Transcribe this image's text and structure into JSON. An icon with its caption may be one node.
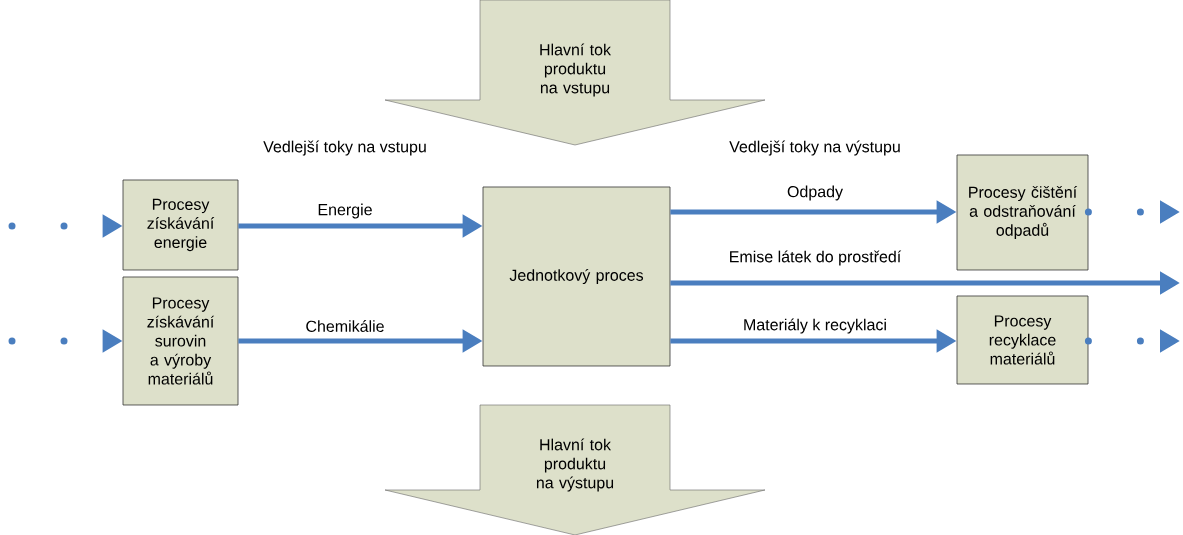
{
  "diagram": {
    "nodes": [
      {
        "text": [
          "Hlavní tok produktu na vstupu"
        ]
      },
      {
        "text": [
          "Procesy získávání energie"
        ]
      },
      {
        "text": [
          "Procesy získávání surovin a výroby materiálů"
        ]
      },
      {
        "text": [
          "Jednotkový proces"
        ]
      },
      {
        "text": [
          "Procesy čištění a odstraňování odpadů"
        ]
      },
      {
        "text": [
          "Procesy recyklace materiálů"
        ]
      },
      {
        "text": [
          "Hlavní tok produktu na výstupu"
        ]
      }
    ],
    "edges": [
      {
        "from": null,
        "to": 1,
        "arrow": "to",
        "style": "dashed"
      },
      {
        "from": null,
        "to": 2,
        "arrow": "to",
        "style": "dashed"
      },
      {
        "from": 1,
        "to": 3,
        "arrow": "to",
        "label": "Energie"
      },
      {
        "from": 2,
        "to": 3,
        "arrow": "to",
        "label": "Chemikálie"
      },
      {
        "from": 3,
        "to": 4,
        "arrow": "to",
        "label": "Odpady"
      },
      {
        "from": 3,
        "to": null,
        "arrow": "to",
        "label": "Emise látek do prostředí"
      },
      {
        "from": 3,
        "to": 5,
        "arrow": "to",
        "label": "Materiály k recyklaci"
      },
      {
        "from": 4,
        "to": null,
        "arrow": "to",
        "style": "dashed"
      },
      {
        "from": 5,
        "to": null,
        "arrow": "to",
        "style": "dashed"
      }
    ],
    "labels": [
      "Vedlejší toky na vstupu",
      "Vedlejší toky na výstupu"
    ]
  }
}
